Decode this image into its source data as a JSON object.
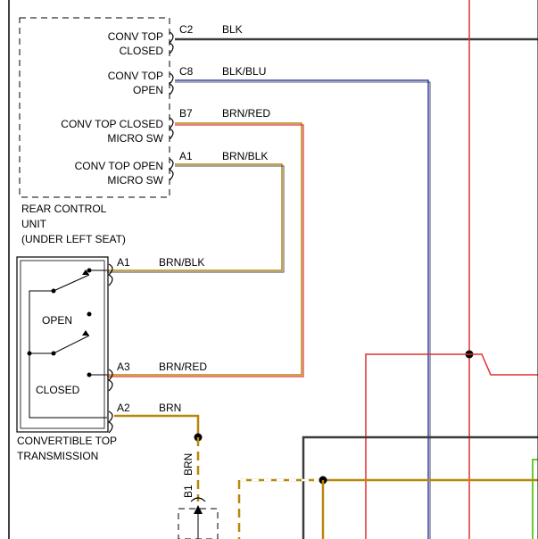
{
  "rear_control_unit": {
    "caption": [
      "REAR CONTROL",
      "UNIT",
      "(UNDER LEFT SEAT)"
    ],
    "conv_top_closed": [
      "CONV TOP",
      "CLOSED"
    ],
    "conv_top_open": [
      "CONV TOP",
      "OPEN"
    ],
    "conv_top_closed_micro": [
      "CONV TOP CLOSED",
      "MICRO SW"
    ],
    "conv_top_open_micro": [
      "CONV TOP OPEN",
      "MICRO SW"
    ]
  },
  "transmission": {
    "caption": [
      "CONVERTIBLE TOP",
      "TRANSMISSION"
    ],
    "open_label": "OPEN",
    "closed_label": "CLOSED"
  },
  "pins": {
    "c2": "C2",
    "c8": "C8",
    "b7": "B7",
    "a1_rcu": "A1",
    "a1_tx": "A1",
    "a3_tx": "A3",
    "a2_tx": "A2",
    "b1": "B1"
  },
  "wires": {
    "c2": "BLK",
    "c8": "BLK/BLU",
    "b7": "BRN/RED",
    "a1_rcu": "BRN/BLK",
    "a1_tx": "BRN/BLK",
    "a3_tx": "BRN/RED",
    "a2_tx": "BRN",
    "b1_vertical": "BRN"
  },
  "colors": {
    "black": "#3a3a3a",
    "blue": "#3344aa",
    "brown": "#b8860b",
    "red": "#e03030",
    "green": "#66cc33",
    "orange_trace": "#d9822b"
  }
}
